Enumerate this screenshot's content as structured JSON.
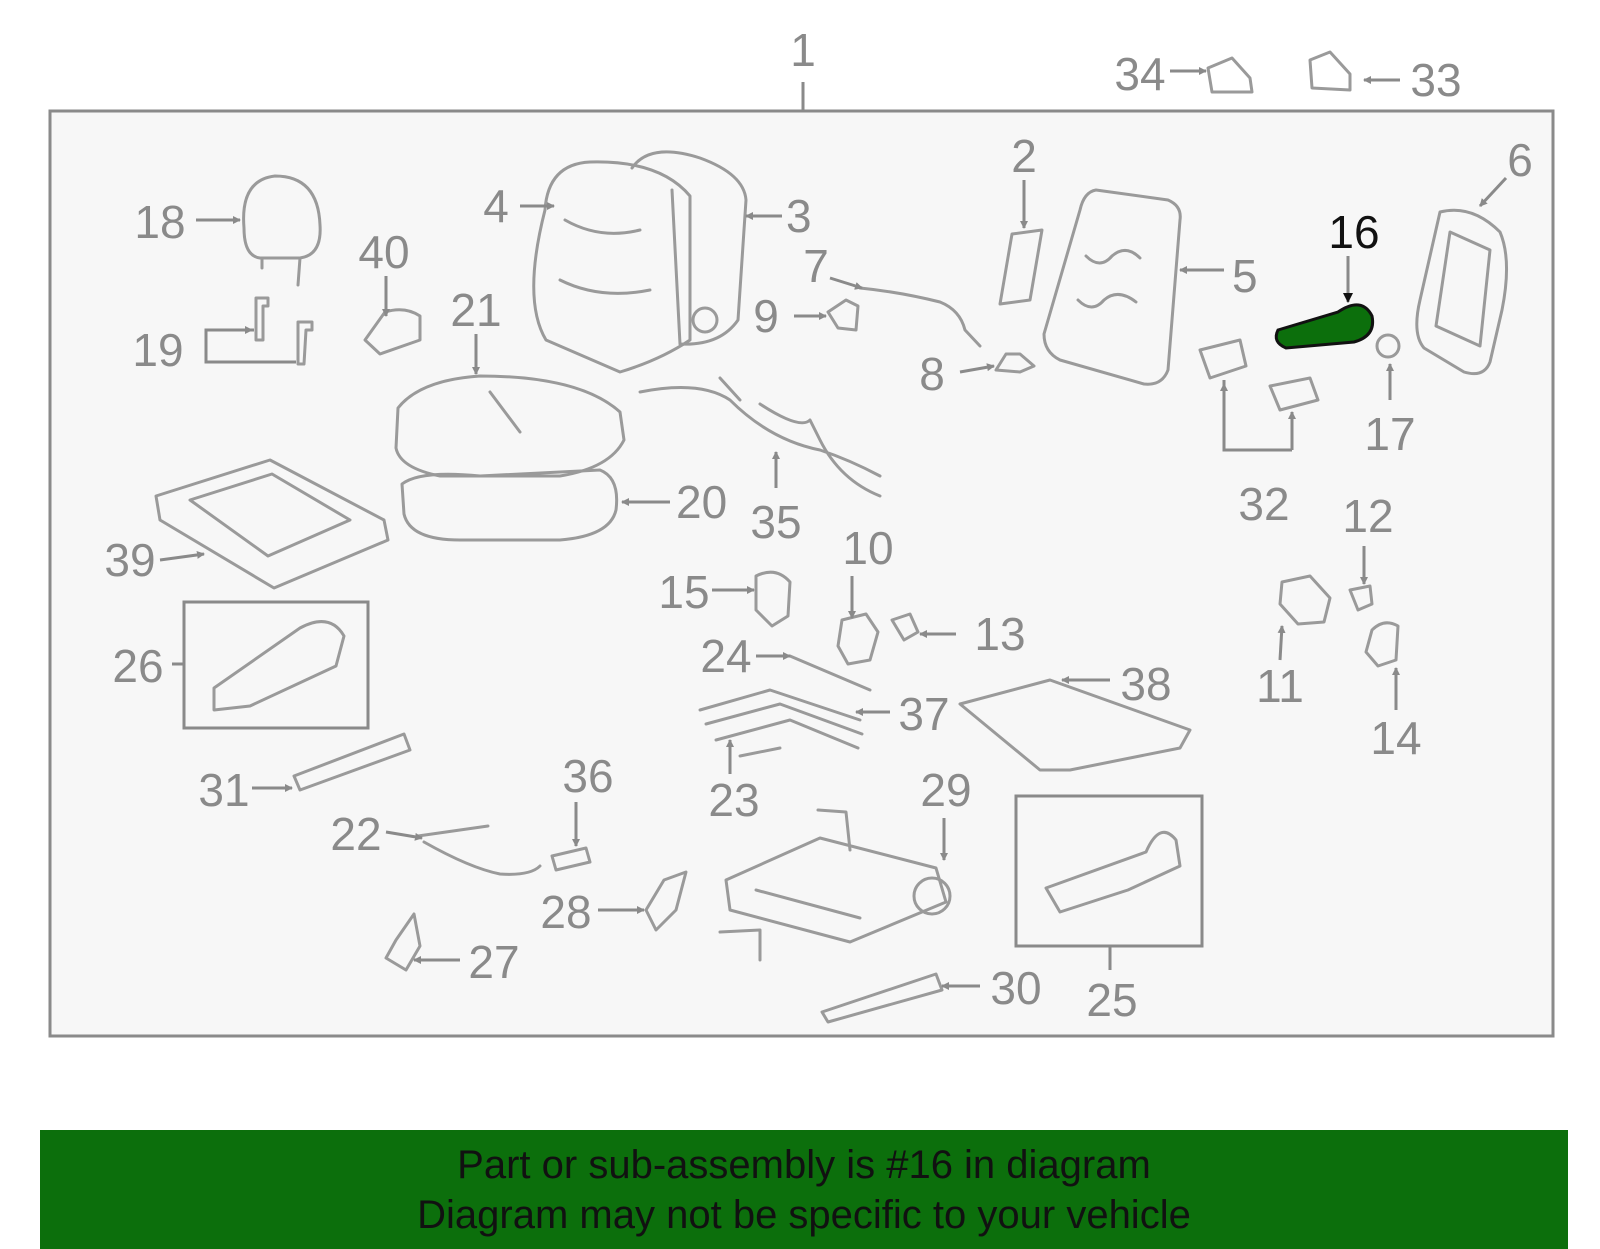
{
  "highlight_color": "#0c6f0c",
  "highlighted_part": "16",
  "callouts": {
    "c1": "1",
    "c2": "2",
    "c3": "3",
    "c4": "4",
    "c5": "5",
    "c6": "6",
    "c7": "7",
    "c8": "8",
    "c9": "9",
    "c10": "10",
    "c11": "11",
    "c12": "12",
    "c13": "13",
    "c14": "14",
    "c15": "15",
    "c16": "16",
    "c17": "17",
    "c18": "18",
    "c19": "19",
    "c20": "20",
    "c21": "21",
    "c22": "22",
    "c23": "23",
    "c24": "24",
    "c25": "25",
    "c26": "26",
    "c27": "27",
    "c28": "28",
    "c29": "29",
    "c30": "30",
    "c31": "31",
    "c32": "32",
    "c33": "33",
    "c34": "34",
    "c35": "35",
    "c36": "36",
    "c37": "37",
    "c38": "38",
    "c39": "39",
    "c40": "40"
  },
  "banner": {
    "line1": "Part or sub-assembly is #16 in diagram",
    "line2": "Diagram may not be specific to your vehicle"
  }
}
